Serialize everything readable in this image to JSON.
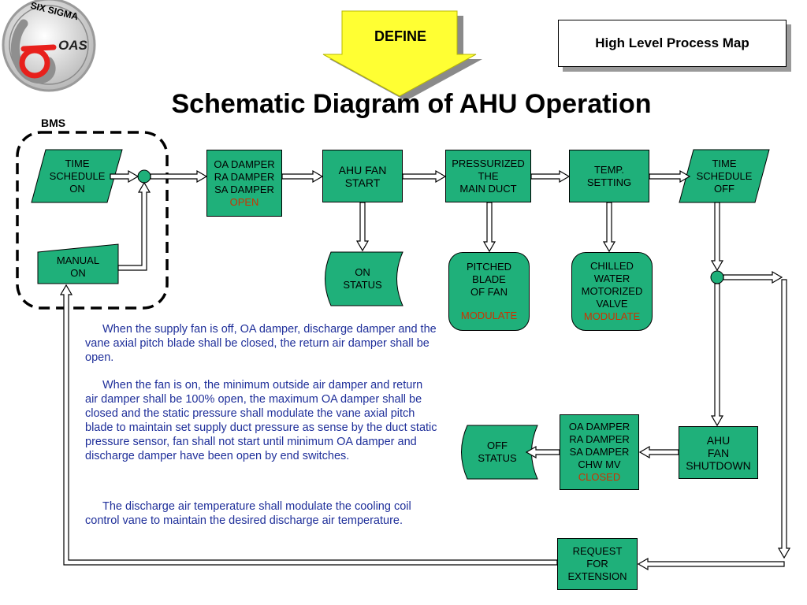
{
  "header": {
    "define_label": "DEFINE",
    "process_map_label": "High Level Process Map",
    "title": "Schematic Diagram of AHU Operation",
    "logo_top": "SIX SIGMA",
    "logo_bottom": "OAS"
  },
  "bms_label": "BMS",
  "nodes": {
    "time_schedule_on": [
      "TIME",
      "SCHEDULE",
      "ON"
    ],
    "manual_on": [
      "MANUAL",
      "ON"
    ],
    "oa_damper_open": {
      "lines": [
        "OA DAMPER",
        "RA DAMPER",
        "SA DAMPER"
      ],
      "state": "OPEN"
    },
    "ahu_fan_start": [
      "AHU FAN",
      "START"
    ],
    "pressurized_duct": [
      "PRESSURIZED",
      "THE",
      "MAIN DUCT"
    ],
    "temp_setting": [
      "TEMP.",
      "SETTING"
    ],
    "time_schedule_off": [
      "TIME",
      "SCHEDULE",
      "OFF"
    ],
    "on_status": [
      "ON",
      "STATUS"
    ],
    "pitched_blade": {
      "lines": [
        "PITCHED",
        "BLADE",
        "OF FAN"
      ],
      "state": "MODULATE"
    },
    "chilled_water": {
      "lines": [
        "CHILLED",
        "WATER",
        "MOTORIZED",
        "VALVE"
      ],
      "state": "MODULATE"
    },
    "off_status": [
      "OFF",
      "STATUS"
    ],
    "oa_damper_closed": {
      "lines": [
        "OA DAMPER",
        "RA DAMPER",
        "SA DAMPER",
        "CHW MV"
      ],
      "state": "CLOSED"
    },
    "ahu_fan_shutdown": [
      "AHU",
      "FAN",
      "SHUTDOWN"
    ],
    "request_extension": [
      "REQUEST",
      "FOR",
      "EXTENSION"
    ]
  },
  "paragraphs": [
    "When the supply fan is off, OA damper, discharge damper and the vane axial pitch blade shall be closed, the return air damper shall be open.",
    "When the fan is on, the minimum outside air damper and return air damper shall be 100% open, the maximum OA damper shall be closed and the static pressure shall modulate the vane axial pitch blade to maintain set supply duct pressure as sense by the duct static pressure sensor, fan shall not start until minimum OA damper and discharge damper have been open by end switches.",
    "The discharge air temperature shall modulate the cooling coil control vane to maintain the desired discharge air temperature."
  ],
  "colors": {
    "box_fill": "#1fb07a",
    "state_text": "#cc3300",
    "paragraph_text": "#1f2f9a",
    "define_fill": "#ffff33",
    "logo_red": "#e8201c"
  }
}
